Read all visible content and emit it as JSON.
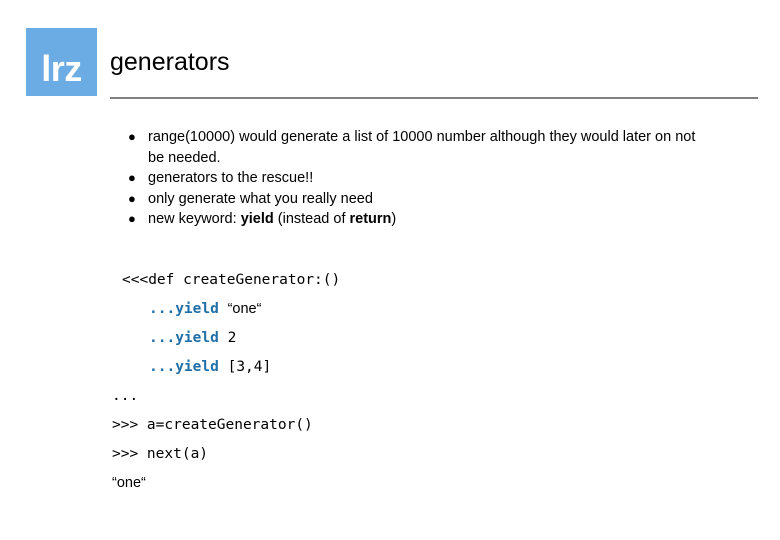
{
  "slide": {
    "title": "generators",
    "brand": {
      "logo_text": "lrz",
      "logo_color": "#6CACE4",
      "logo_text_color": "#ffffff"
    },
    "divider_color": "#808080"
  },
  "bullets": [
    {
      "marker": "●",
      "parts": [
        {
          "text": "range(10000) would generate a list of 10000 number although they would later on not be needed.",
          "bold": false
        }
      ]
    },
    {
      "marker": "●",
      "parts": [
        {
          "text": "generators to the rescue!!",
          "bold": false
        }
      ]
    },
    {
      "marker": "●",
      "parts": [
        {
          "text": "only generate what you really need",
          "bold": false
        }
      ]
    },
    {
      "marker": "●",
      "parts": [
        {
          "text": "new keyword: ",
          "bold": false
        },
        {
          "text": "yield",
          "bold": true
        },
        {
          "text": " (instead of ",
          "bold": false
        },
        {
          "text": "return",
          "bold": true
        },
        {
          "text": ")",
          "bold": false
        }
      ]
    }
  ],
  "code": {
    "keyword_color": "#1F6FA8",
    "lines": [
      {
        "indent": 1,
        "segments": [
          {
            "text": "<<<def createGenerator:()",
            "style": "plain"
          }
        ]
      },
      {
        "indent": 2,
        "segments": [
          {
            "text": "...",
            "style": "keyword"
          },
          {
            "text": "yield",
            "style": "keyword"
          },
          {
            "text": " ",
            "style": "plain"
          },
          {
            "text": "“one“",
            "style": "proportional"
          }
        ]
      },
      {
        "indent": 2,
        "segments": [
          {
            "text": "...",
            "style": "keyword"
          },
          {
            "text": "yield",
            "style": "keyword"
          },
          {
            "text": " 2",
            "style": "plain"
          }
        ]
      },
      {
        "indent": 2,
        "segments": [
          {
            "text": "...",
            "style": "keyword"
          },
          {
            "text": "yield",
            "style": "keyword"
          },
          {
            "text": " [3,4]",
            "style": "plain"
          }
        ]
      },
      {
        "indent": 0,
        "segments": [
          {
            "text": "...",
            "style": "plain"
          }
        ]
      },
      {
        "indent": 0,
        "segments": [
          {
            "text": ">>> a=createGenerator()",
            "style": "plain"
          }
        ]
      },
      {
        "indent": 0,
        "segments": [
          {
            "text": ">>> next(a)",
            "style": "plain"
          }
        ]
      },
      {
        "indent": 0,
        "segments": [
          {
            "text": "“one“",
            "style": "proportional"
          }
        ]
      }
    ]
  }
}
